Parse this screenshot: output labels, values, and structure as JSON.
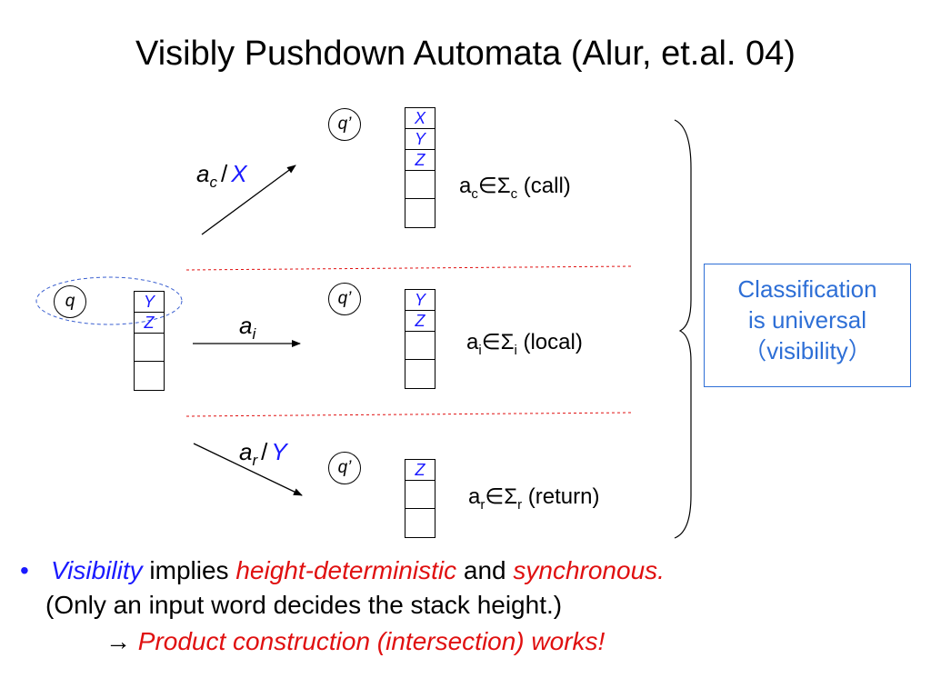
{
  "title": "Visibly Pushdown Automata (Alur, et.al. 04)",
  "source": {
    "state": "q",
    "stack": [
      "Y",
      "Z",
      "",
      ""
    ]
  },
  "transitions": [
    {
      "kind": "call",
      "symbol": "a",
      "symbol_sub": "c",
      "slash": "/",
      "stack_symbol": "X",
      "target_state": "q’",
      "target_stack": [
        "X",
        "Y",
        "Z",
        "",
        ""
      ],
      "condition": {
        "a": "a",
        "a_sub": "c",
        "in": "∈",
        "sigma": "Σ",
        "sigma_sub": "c",
        "text": "(call)"
      }
    },
    {
      "kind": "local",
      "symbol": "a",
      "symbol_sub": "i",
      "slash": "",
      "stack_symbol": "",
      "target_state": "q’",
      "target_stack": [
        "Y",
        "Z",
        "",
        ""
      ],
      "condition": {
        "a": "a",
        "a_sub": "i",
        "in": "∈",
        "sigma": "Σ",
        "sigma_sub": "i",
        "text": "(local)"
      }
    },
    {
      "kind": "return",
      "symbol": "a",
      "symbol_sub": "r",
      "slash": "/",
      "stack_symbol": "Y",
      "target_state": "q’",
      "target_stack": [
        "Z",
        "",
        ""
      ],
      "condition": {
        "a": "a",
        "a_sub": "r",
        "in": "∈",
        "sigma": "Σ",
        "sigma_sub": "r",
        "text": "(return)"
      }
    }
  ],
  "classification_box": {
    "line1": "Classification",
    "line2": "is universal",
    "line3": "（visibility）"
  },
  "bullets": {
    "marker": "•",
    "line1": {
      "part1": "Visibility",
      "part2": " implies ",
      "part3": "height-deterministic",
      "part4": " and ",
      "part5": "synchronous",
      "part6": "."
    },
    "line2": "(Only an input word decides the stack height.)",
    "line3": {
      "arrow": "→ ",
      "text": "Product construction (intersection) works!"
    }
  },
  "colors": {
    "stack_symbol": "#1a1aff",
    "emphasis_red": "#e01010",
    "box_blue": "#2e6fd6",
    "separator_red": "#e01010",
    "ellipse_blue": "#3a5fd0"
  }
}
